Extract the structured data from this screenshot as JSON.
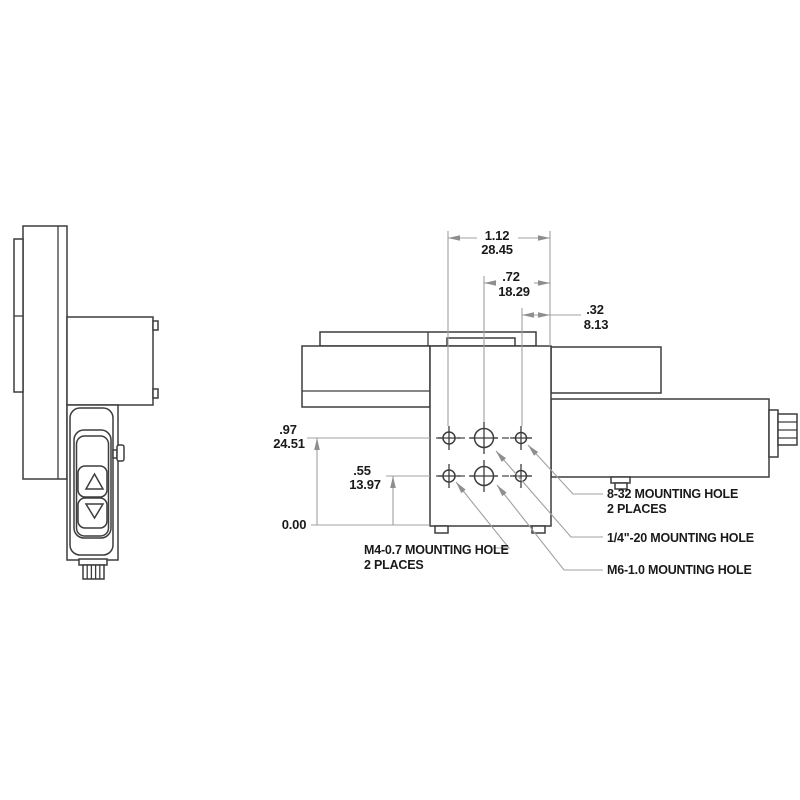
{
  "drawing": {
    "type": "technical-dimension-drawing",
    "views": {
      "left": "side-view-with-pendant-control",
      "right": "front-view-mounting-hole-pattern"
    },
    "colors": {
      "background": "#ffffff",
      "outline": "#3d3d3d",
      "construction": "#a0a0a0",
      "text": "#1a1a1a"
    },
    "dimensions": {
      "width_overall": {
        "inches": "1.12",
        "mm": "28.45"
      },
      "width_mid": {
        "inches": ".72",
        "mm": "18.29"
      },
      "width_right": {
        "inches": ".32",
        "mm": "8.13"
      },
      "height_row1": {
        "inches": ".97",
        "mm": "24.51"
      },
      "height_row2": {
        "inches": ".55",
        "mm": "13.97"
      },
      "datum": "0.00"
    },
    "hole_labels": {
      "h832_line1": "8-32 MOUNTING HOLE",
      "h832_line2": "2 PLACES",
      "q20_line1": "1/4\"-20 MOUNTING HOLE",
      "m6_line1": "M6-1.0 MOUNTING HOLE",
      "m4_line1": "M4-0.7 MOUNTING HOLE",
      "m4_line2": "2 PLACES"
    },
    "pendant": {
      "up_button_icon": "triangle-up",
      "down_button_icon": "triangle-down"
    }
  }
}
